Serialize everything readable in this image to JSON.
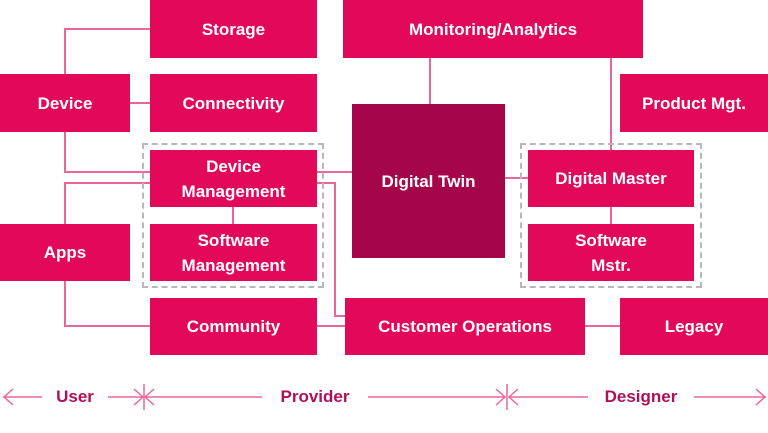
{
  "colors": {
    "box": "#e2085a",
    "core": "#a5064a",
    "line": "#e8669b",
    "group_border": "#b8b8b8",
    "axis": "#e8669b",
    "axis_text": "#b0105a"
  },
  "nodes": {
    "storage": "Storage",
    "monitoring": "Monitoring/Analytics",
    "device": "Device",
    "connectivity": "Connectivity",
    "product_mgt": "Product Mgt.",
    "device_management": "Device\nManagement",
    "digital_twin": "Digital Twin",
    "digital_master": "Digital Master",
    "apps": "Apps",
    "software_management": "Software\nManagement",
    "software_mstr": "Software\nMstr.",
    "community": "Community",
    "customer_operations": "Customer Operations",
    "legacy": "Legacy"
  },
  "axis": {
    "user": "User",
    "provider": "Provider",
    "designer": "Designer"
  }
}
